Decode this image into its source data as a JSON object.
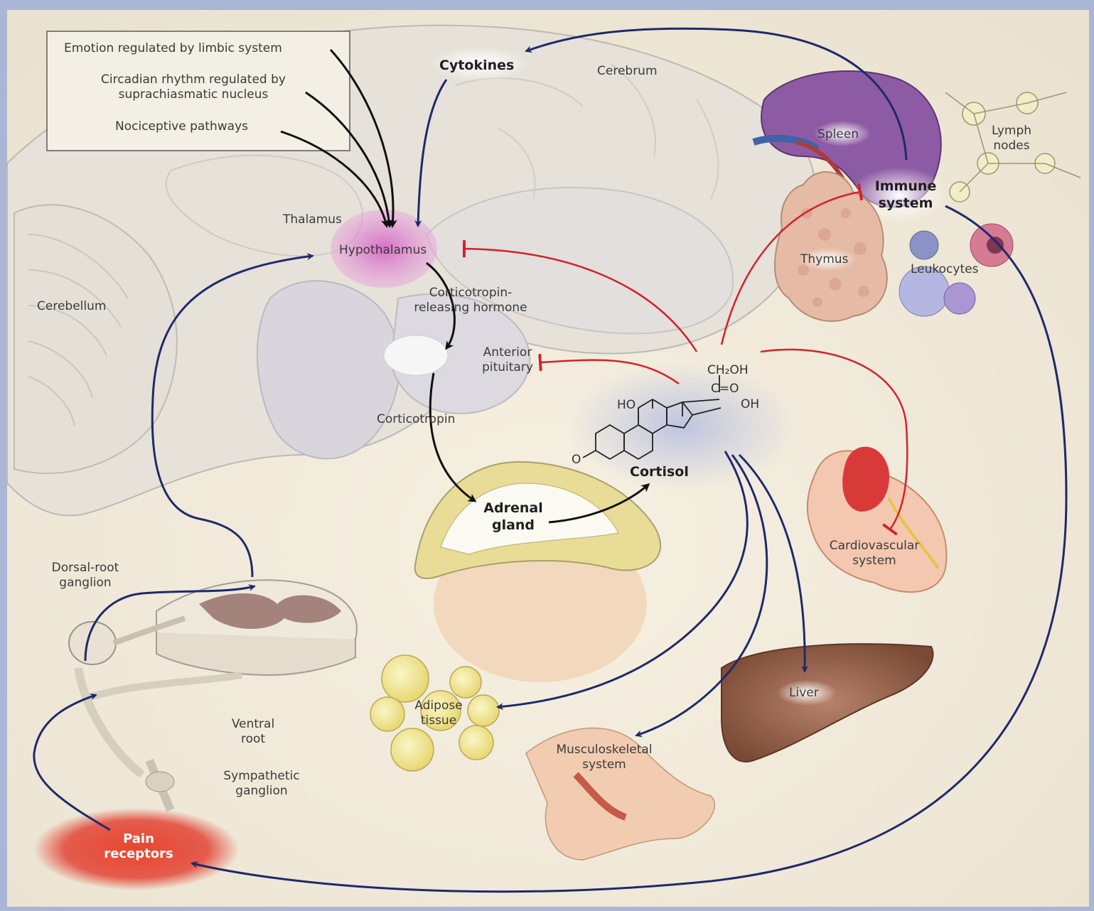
{
  "legend_box": {
    "items": [
      "Emotion regulated by limbic system",
      "Circadian rhythm regulated by suprachiasmatic nucleus",
      "Nociceptive pathways"
    ]
  },
  "labels": {
    "cytokines": "Cytokines",
    "cerebrum": "Cerebrum",
    "thalamus": "Thalamus",
    "hypothalamus": "Hypothalamus",
    "cerebellum": "Cerebellum",
    "crh": "Corticotropin-releasing hormone",
    "anterior_pituitary": "Anterior pituitary",
    "corticotropin": "Corticotropin",
    "adrenal_gland": "Adrenal gland",
    "cortisol": "Cortisol",
    "spleen": "Spleen",
    "lymph_nodes": "Lymph nodes",
    "immune_system": "Immune system",
    "thymus": "Thymus",
    "leukocytes": "Leukocytes",
    "cardiovascular": "Cardiovascular system",
    "liver": "Liver",
    "adipose": "Adipose tissue",
    "musculoskeletal": "Musculoskeletal system",
    "dorsal_root": "Dorsal-root ganglion",
    "ventral_root": "Ventral root",
    "sympathetic": "Sympathetic ganglion",
    "pain_receptors": "Pain receptors"
  },
  "chemistry": {
    "ch2oh": "CH₂OH",
    "co": "C=O",
    "ho": "HO",
    "oh": "OH",
    "o": "O"
  },
  "colors": {
    "stimulatory_arrow": "#1f2a6b",
    "black_arrow": "#111111",
    "inhibitory": "#d2232a",
    "hypothalamus": "#d98acb",
    "pain": "#e23a2a"
  }
}
